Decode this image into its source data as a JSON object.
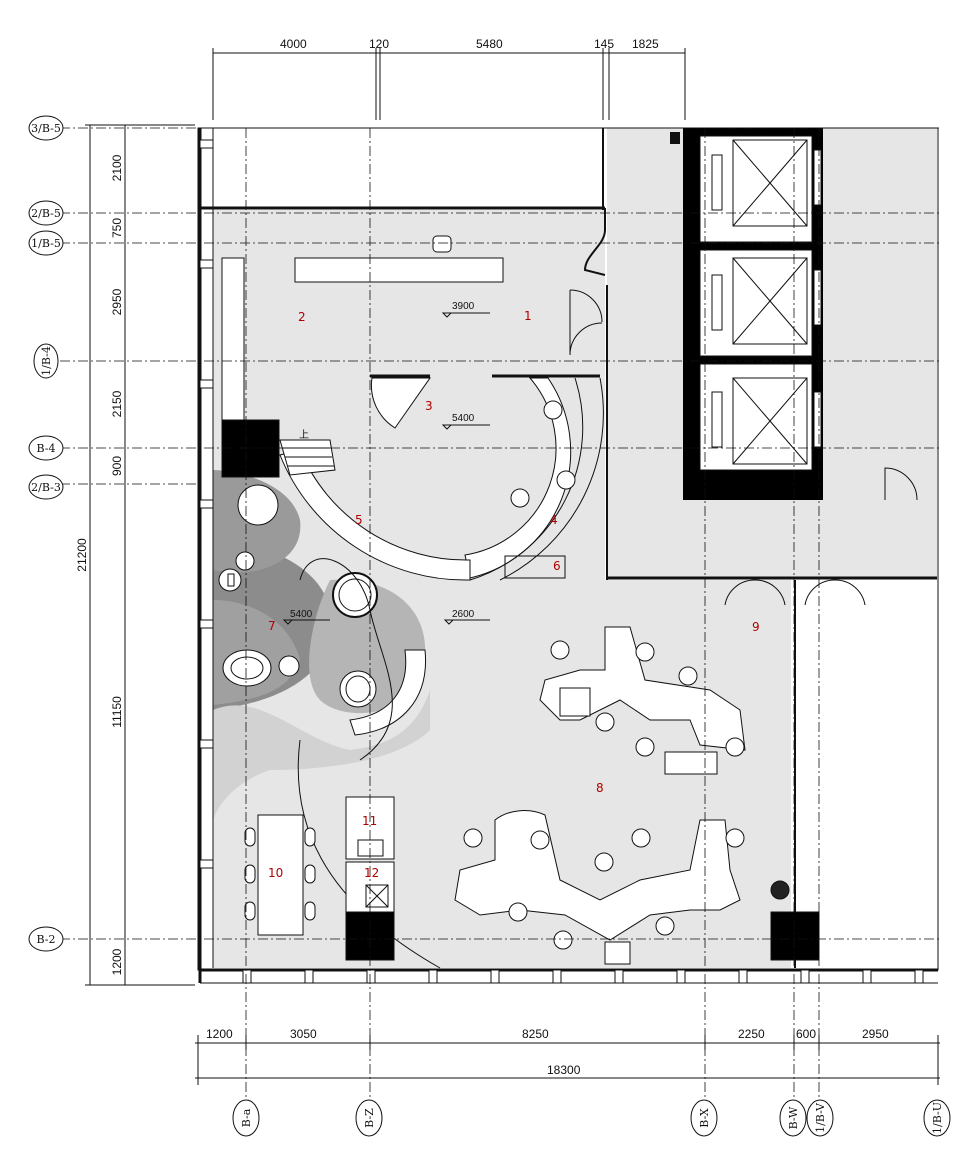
{
  "dims_top": [
    "4000",
    "120",
    "5480",
    "145",
    "1825"
  ],
  "dims_bottom": [
    "1200",
    "3050",
    "8250",
    "2250",
    "600",
    "2950"
  ],
  "dim_total_bottom": "18300",
  "dims_left": [
    "2100",
    "750",
    "2950",
    "2150",
    "900",
    "11150",
    "1200"
  ],
  "dim_total_left": "21200",
  "axes_left": [
    "3/B-5",
    "2/B-5",
    "1/B-5",
    "1/B-4",
    "B-4",
    "2/B-3",
    "B-2"
  ],
  "axes_bottom": [
    "B-a",
    "B-Z",
    "B-X",
    "B-W",
    "1/B-V",
    "1/B-U"
  ],
  "rooms": [
    "1",
    "2",
    "3",
    "4",
    "5",
    "6",
    "7",
    "8",
    "9",
    "10",
    "11",
    "12"
  ],
  "levels": [
    "3900",
    "5400",
    "5400",
    "2600"
  ],
  "stair_label": "上"
}
